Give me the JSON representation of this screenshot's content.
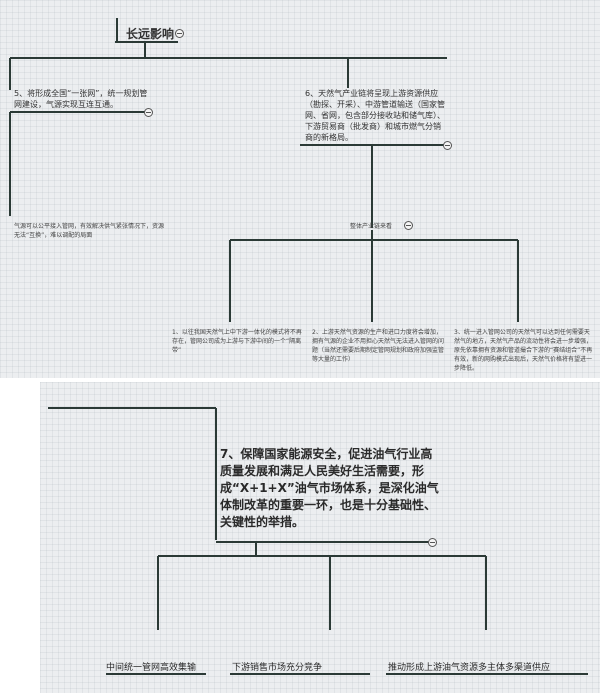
{
  "top": {
    "title": "长远影响",
    "node5": "5、将形成全国“一张网”，统一规划管网建设，气源实现互连互通。",
    "node5_detail": "气源可以公平接入管网，有效解决供气紧张情况下，资源无法“互换”，难以调配的局面",
    "node6": "6、天然气产业链将呈现上游资源供应（勘探、开采）、中游管道输送（国家管网、省网，包含部分接收站和储气库）、下游贸易商（批发商）和城市燃气分销商的新格局。",
    "node6_sub": "整体产业链来看",
    "leaves": [
      "1、以往我国天然气上中下游一体化的模式将不再存在，管网公司成为上游与下游中间的一个“隔离带”",
      "2、上游天然气资源的生产和进口力度将会增加，拥有气源的企业不用担心天然气无法进入管网的问题（当然还需要后期制定管网规划和政府加强监管等大量的工作）",
      "3、统一进入管网公司的天然气可以达到任何需要天然气的地方，天然气产品的流动性将会进一步增强，原先依靠拥有资源和管道撮合下游的“赛结组合”不再有效，新的网购模式出现后，天然气价格将有望进一步降低。"
    ]
  },
  "bottom": {
    "node7": "7、保障国家能源安全，促进油气行业高质量发展和满足人民美好生活需要，形成“X+1+X”油气市场体系，是深化油气体制改革的重要一环，也是十分基础性、关键性的举措。",
    "leaves": [
      "中间统一管网高效集输",
      "下游销售市场充分竞争",
      "推动形成上游油气资源多主体多渠道供应"
    ]
  }
}
